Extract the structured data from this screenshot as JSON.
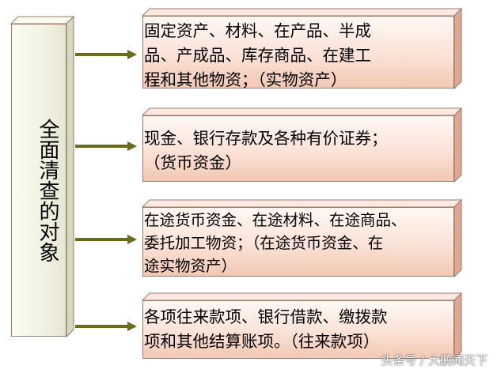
{
  "root": {
    "label": "全面清查的对象"
  },
  "items": [
    {
      "text": "固定资产、材料、在产品、半成\n品、产成品、库存商品、在建工\n程和其他物资；（实物资产）"
    },
    {
      "text": "现金、银行存款及各种有价证券；\n（货币资金）"
    },
    {
      "text": "在途货币资金、在途材料、在途商品、\n委托加工物资；（在途货币资金、在\n途实物资产）"
    },
    {
      "text": "各项往来款项、银行借款、缴拨款\n项和其他结算账项。（往来款项）"
    }
  ],
  "colors": {
    "arrow": "#6b6b1a",
    "box_top": "#fde9df",
    "box_side": "#e0a890",
    "left_top": "#fafaf0",
    "left_side": "#d8d8c0"
  },
  "watermark": "头条号 / 大鹏闻天下"
}
